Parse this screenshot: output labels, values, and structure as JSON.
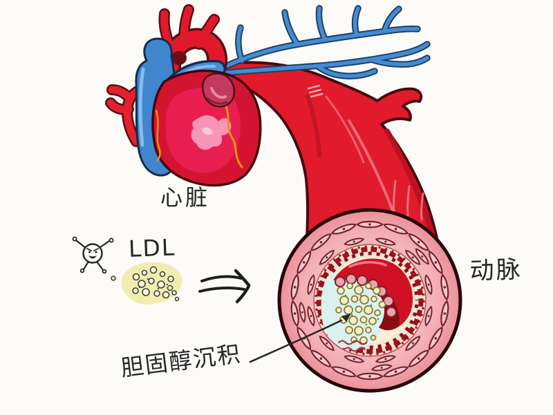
{
  "illustration": {
    "type": "medical-cartoon",
    "labels": {
      "heart": "心脏",
      "artery": "动脉",
      "ldl": "LDL",
      "cholesterol_deposit": "胆固醇沉积"
    },
    "colors": {
      "background": "#fcfbf8",
      "artery_red": "#e11b2b",
      "vein_blue": "#458bd2",
      "vessel_wall_pink": "#f5b6ba",
      "lumen_red": "#cf1123",
      "plaque_cyan": "#d9f2ee",
      "cholesterol_yellow": "#f4eec5",
      "ldl_cluster_yellow": "#f1edae",
      "text": "#262626"
    }
  }
}
